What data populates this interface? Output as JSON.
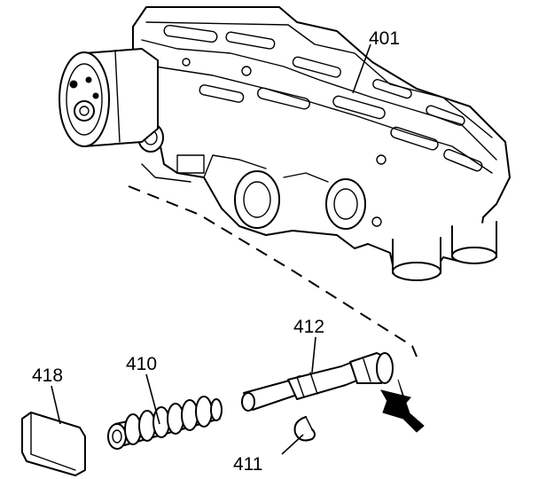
{
  "callouts": {
    "valve_body": "401",
    "valve": "412",
    "spring": "410",
    "retainer_clip": "411",
    "bore_plug": "418"
  }
}
